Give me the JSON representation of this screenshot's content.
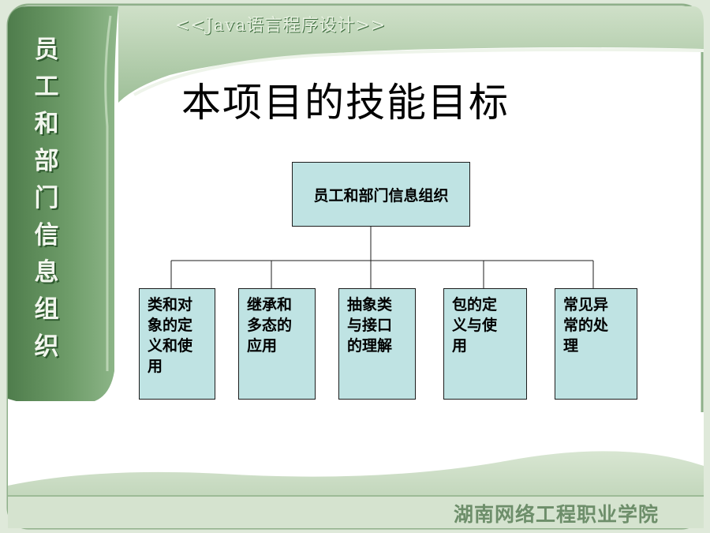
{
  "header": {
    "course_title": "<<Java语言程序设计>>"
  },
  "sidebar": {
    "chars": [
      "员",
      "工",
      "和",
      "部",
      "门",
      "信",
      "息",
      "组",
      "织"
    ]
  },
  "slide": {
    "title": "本项目的技能目标"
  },
  "diagram": {
    "root": "员工和部门信息组织",
    "children": [
      [
        "类和对",
        "象的定",
        "义和使",
        "用"
      ],
      [
        "继承和",
        "多态的",
        "应用"
      ],
      [
        "抽象类",
        "与接口",
        "的理解"
      ],
      [
        "包的定",
        "义与使",
        "用"
      ],
      [
        "常见异",
        "常的处",
        "理"
      ]
    ]
  },
  "footer": {
    "school": "湖南网络工程职业学院"
  },
  "colors": {
    "frame_green": "#5f8f5c",
    "box_fill": "#bfe3e3"
  }
}
